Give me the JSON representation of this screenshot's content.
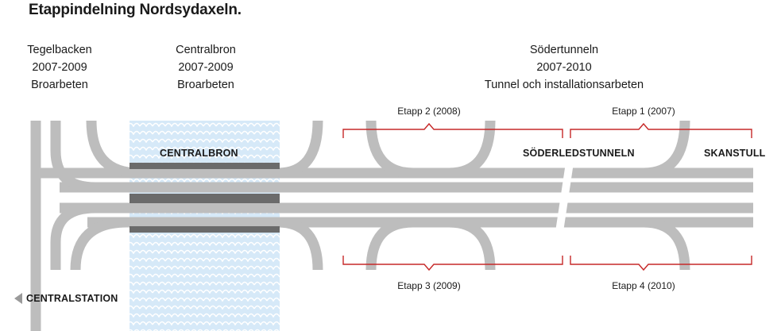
{
  "title": "Etappindelning Nordsydaxeln.",
  "phases": [
    {
      "name": "Tegelbacken",
      "years": "2007-2009",
      "work": "Broarbeten"
    },
    {
      "name": "Centralbron",
      "years": "2007-2009",
      "work": "Broarbeten"
    },
    {
      "name": "Södertunneln",
      "years": "2007-2010",
      "work": "Tunnel och installationsarbeten"
    }
  ],
  "etapps": [
    {
      "label": "Etapp 2 (2008)"
    },
    {
      "label": "Etapp 1 (2007)"
    },
    {
      "label": "Etapp 3 (2009)"
    },
    {
      "label": "Etapp 4 (2010)"
    }
  ],
  "labels": {
    "centralbron": "CENTRALBRON",
    "soderledstunneln": "SÖDERLEDSTUNNELN",
    "skanstull": "SKANSTULL",
    "centralstation": "CENTRALSTATION"
  },
  "colors": {
    "road": "#bdbdbd",
    "bridge_dark": "#6b6b6b",
    "water": "#d6e9f8",
    "wave": "#ffffff",
    "bracket": "#c62828",
    "arrow": "#9a9a9a"
  },
  "icons": {
    "back": "triangle-left-icon"
  }
}
